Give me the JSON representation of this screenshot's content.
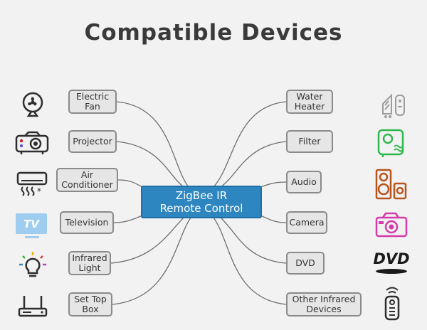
{
  "title": "Compatible Devices",
  "hub": "ZigBee IR\nRemote Control",
  "left": [
    {
      "label": "Electric\nFan",
      "icon": "electric-fan-icon"
    },
    {
      "label": "Projector",
      "icon": "projector-icon"
    },
    {
      "label": "Air\nConditioner",
      "icon": "air-conditioner-icon"
    },
    {
      "label": "Television",
      "icon": "television-icon",
      "icon_text": "TV"
    },
    {
      "label": "Infrared\nLight",
      "icon": "light-bulb-icon"
    },
    {
      "label": "Set Top\nBox",
      "icon": "set-top-box-icon"
    }
  ],
  "right": [
    {
      "label": "Water\nHeater",
      "icon": "water-heater-icon"
    },
    {
      "label": "Filter",
      "icon": "air-filter-icon"
    },
    {
      "label": "Audio",
      "icon": "speaker-icon"
    },
    {
      "label": "Camera",
      "icon": "camera-icon"
    },
    {
      "label": "DVD",
      "icon": "dvd-logo-icon",
      "icon_text": "DVD"
    },
    {
      "label": "Other Infrared\nDevices",
      "icon": "remote-control-icon"
    }
  ],
  "colors": {
    "hub": "#2e86c1",
    "wire": "#6e6e6e",
    "box_border": "#8a8a8a"
  }
}
